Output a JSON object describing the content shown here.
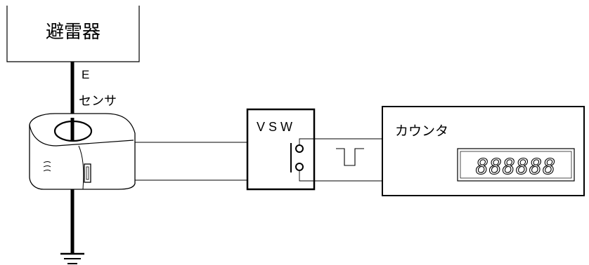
{
  "arrester": {
    "label": "避雷器"
  },
  "ground_line": {
    "label": "E"
  },
  "sensor": {
    "label": "センサ"
  },
  "vsw": {
    "label": "V S W"
  },
  "counter": {
    "label": "カウンタ",
    "display_value": "888888"
  },
  "colors": {
    "line": "#000000",
    "background": "#ffffff"
  },
  "icons": {
    "pulse": "pulse-waveform-icon",
    "ground": "ground-symbol-icon",
    "switch_contacts": "switch-contacts-icon"
  }
}
